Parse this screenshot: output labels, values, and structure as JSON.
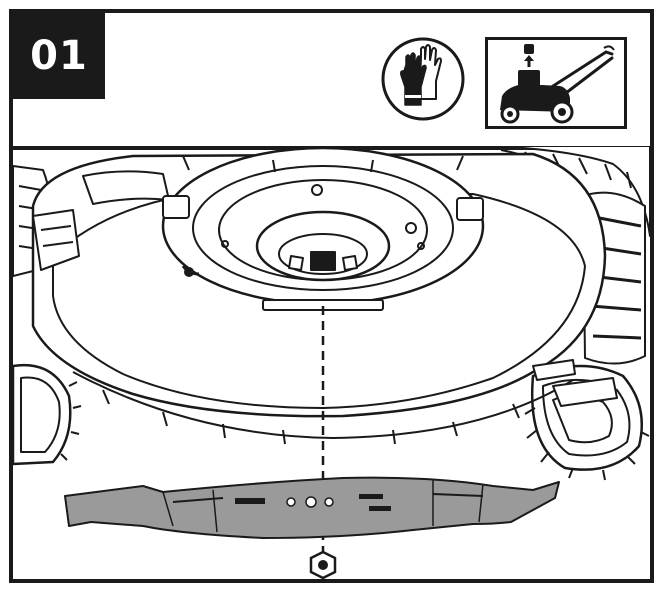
{
  "step": {
    "number": "01"
  },
  "icons": {
    "safety": "safety-gloves-icon",
    "disconnect": "mower-spark-plug-icon"
  },
  "illustration": {
    "subject": "mower-deck-blade-removal",
    "parts": [
      "mower-deck",
      "blade",
      "blade-nut"
    ]
  },
  "colors": {
    "ink": "#1a1a1a",
    "blade": "#9a9a9a",
    "paper": "#ffffff"
  }
}
